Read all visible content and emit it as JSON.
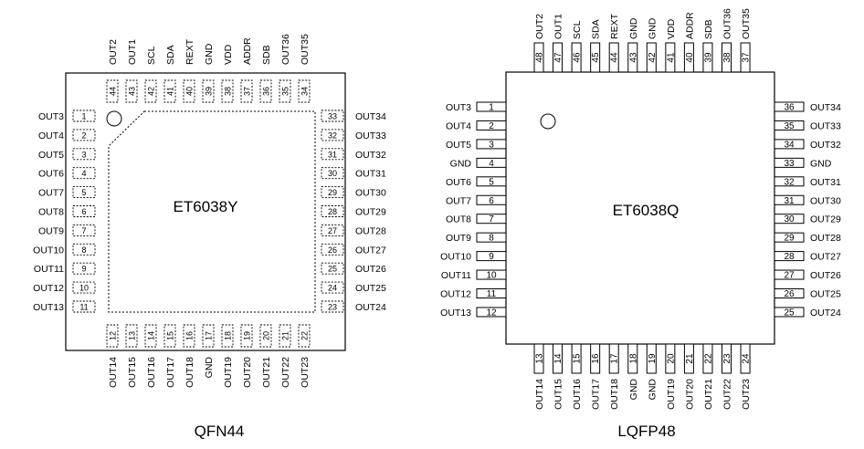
{
  "qfn44": {
    "chip_name": "ET6038Y",
    "caption": "QFN44",
    "left_pins": [
      {
        "num": "1",
        "label": "OUT3"
      },
      {
        "num": "2",
        "label": "OUT4"
      },
      {
        "num": "3",
        "label": "OUT5"
      },
      {
        "num": "4",
        "label": "OUT6"
      },
      {
        "num": "5",
        "label": "OUT7"
      },
      {
        "num": "6",
        "label": "OUT8"
      },
      {
        "num": "7",
        "label": "OUT9"
      },
      {
        "num": "8",
        "label": "OUT10"
      },
      {
        "num": "9",
        "label": "OUT11"
      },
      {
        "num": "10",
        "label": "OUT12"
      },
      {
        "num": "11",
        "label": "OUT13"
      }
    ],
    "bottom_pins": [
      {
        "num": "12",
        "label": "OUT14"
      },
      {
        "num": "13",
        "label": "OUT15"
      },
      {
        "num": "14",
        "label": "OUT16"
      },
      {
        "num": "15",
        "label": "OUT17"
      },
      {
        "num": "16",
        "label": "OUT18"
      },
      {
        "num": "17",
        "label": "GND"
      },
      {
        "num": "18",
        "label": "OUT19"
      },
      {
        "num": "19",
        "label": "OUT20"
      },
      {
        "num": "20",
        "label": "OUT21"
      },
      {
        "num": "21",
        "label": "OUT22"
      },
      {
        "num": "22",
        "label": "OUT23"
      }
    ],
    "right_pins": [
      {
        "num": "33",
        "label": "OUT34"
      },
      {
        "num": "32",
        "label": "OUT33"
      },
      {
        "num": "31",
        "label": "OUT32"
      },
      {
        "num": "30",
        "label": "OUT31"
      },
      {
        "num": "29",
        "label": "OUT30"
      },
      {
        "num": "28",
        "label": "OUT29"
      },
      {
        "num": "27",
        "label": "OUT28"
      },
      {
        "num": "26",
        "label": "OUT27"
      },
      {
        "num": "25",
        "label": "OUT26"
      },
      {
        "num": "24",
        "label": "OUT25"
      },
      {
        "num": "23",
        "label": "OUT24"
      }
    ],
    "top_pins": [
      {
        "num": "44",
        "label": "OUT2"
      },
      {
        "num": "43",
        "label": "OUT1"
      },
      {
        "num": "42",
        "label": "SCL"
      },
      {
        "num": "41",
        "label": "SDA"
      },
      {
        "num": "40",
        "label": "REXT"
      },
      {
        "num": "39",
        "label": "GND"
      },
      {
        "num": "38",
        "label": "VDD"
      },
      {
        "num": "37",
        "label": "ADDR"
      },
      {
        "num": "36",
        "label": "SDB"
      },
      {
        "num": "35",
        "label": "OUT36"
      },
      {
        "num": "34",
        "label": "OUT35"
      }
    ]
  },
  "lqfp48": {
    "chip_name": "ET6038Q",
    "caption": "LQFP48",
    "left_pins": [
      {
        "num": "1",
        "label": "OUT3"
      },
      {
        "num": "2",
        "label": "OUT4"
      },
      {
        "num": "3",
        "label": "OUT5"
      },
      {
        "num": "4",
        "label": "GND"
      },
      {
        "num": "5",
        "label": "OUT6"
      },
      {
        "num": "6",
        "label": "OUT7"
      },
      {
        "num": "7",
        "label": "OUT8"
      },
      {
        "num": "8",
        "label": "OUT9"
      },
      {
        "num": "9",
        "label": "OUT10"
      },
      {
        "num": "10",
        "label": "OUT11"
      },
      {
        "num": "11",
        "label": "OUT12"
      },
      {
        "num": "12",
        "label": "OUT13"
      }
    ],
    "bottom_pins": [
      {
        "num": "13",
        "label": "OUT14"
      },
      {
        "num": "14",
        "label": "OUT15"
      },
      {
        "num": "15",
        "label": "OUT16"
      },
      {
        "num": "16",
        "label": "OUT17"
      },
      {
        "num": "17",
        "label": "OUT18"
      },
      {
        "num": "18",
        "label": "GND"
      },
      {
        "num": "19",
        "label": "GND"
      },
      {
        "num": "20",
        "label": "OUT19"
      },
      {
        "num": "21",
        "label": "OUT20"
      },
      {
        "num": "22",
        "label": "OUT21"
      },
      {
        "num": "23",
        "label": "OUT22"
      },
      {
        "num": "24",
        "label": "OUT23"
      }
    ],
    "right_pins": [
      {
        "num": "36",
        "label": "OUT34"
      },
      {
        "num": "35",
        "label": "OUT33"
      },
      {
        "num": "34",
        "label": "OUT32"
      },
      {
        "num": "33",
        "label": "GND"
      },
      {
        "num": "32",
        "label": "OUT31"
      },
      {
        "num": "31",
        "label": "OUT30"
      },
      {
        "num": "30",
        "label": "OUT29"
      },
      {
        "num": "29",
        "label": "OUT28"
      },
      {
        "num": "28",
        "label": "OUT27"
      },
      {
        "num": "27",
        "label": "OUT26"
      },
      {
        "num": "26",
        "label": "OUT25"
      },
      {
        "num": "25",
        "label": "OUT24"
      }
    ],
    "top_pins": [
      {
        "num": "48",
        "label": "OUT2"
      },
      {
        "num": "47",
        "label": "OUT1"
      },
      {
        "num": "46",
        "label": "SCL"
      },
      {
        "num": "45",
        "label": "SDA"
      },
      {
        "num": "44",
        "label": "REXT"
      },
      {
        "num": "43",
        "label": "GND"
      },
      {
        "num": "42",
        "label": "GND"
      },
      {
        "num": "41",
        "label": "VDD"
      },
      {
        "num": "40",
        "label": "ADDR"
      },
      {
        "num": "39",
        "label": "SDB"
      },
      {
        "num": "38",
        "label": "OUT36"
      },
      {
        "num": "37",
        "label": "OUT35"
      }
    ]
  }
}
